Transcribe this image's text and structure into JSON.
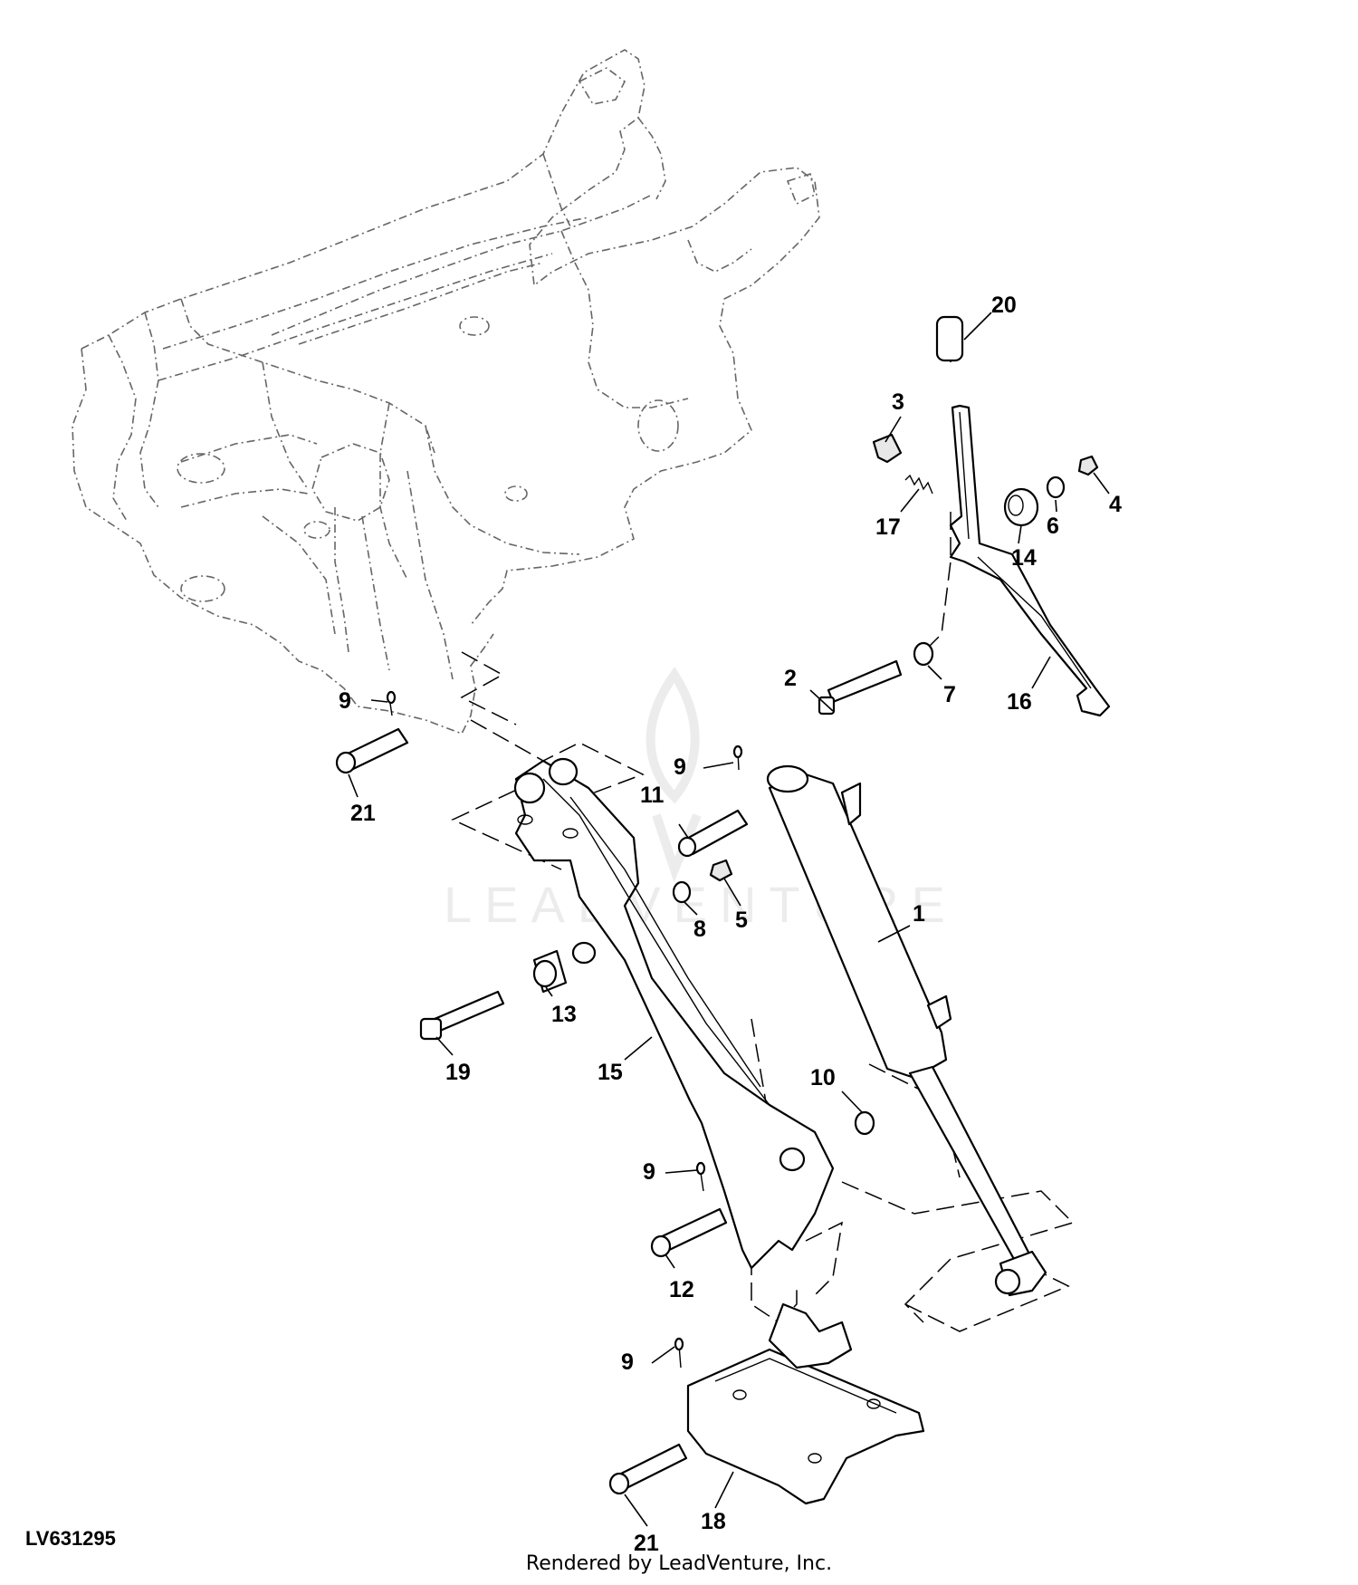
{
  "diagram": {
    "id": "LV631295",
    "credit": "Rendered by LeadVenture, Inc.",
    "watermark": "LEADVENTURE",
    "callouts": [
      "1",
      "2",
      "3",
      "4",
      "5",
      "6",
      "7",
      "8",
      "9",
      "9",
      "9",
      "9",
      "10",
      "11",
      "12",
      "13",
      "14",
      "15",
      "16",
      "17",
      "18",
      "19",
      "20",
      "21",
      "21"
    ]
  }
}
